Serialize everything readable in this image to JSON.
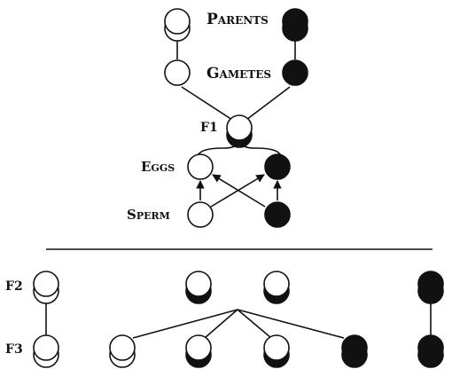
{
  "labels": {
    "parents": "Parents",
    "gametes": "Gametes",
    "f1": "F1",
    "eggs": "Eggs",
    "sperm": "Sperm",
    "f2": "F2",
    "f3": "F3"
  },
  "colors": {
    "ink": "#111111",
    "paper": "#ffffff"
  }
}
